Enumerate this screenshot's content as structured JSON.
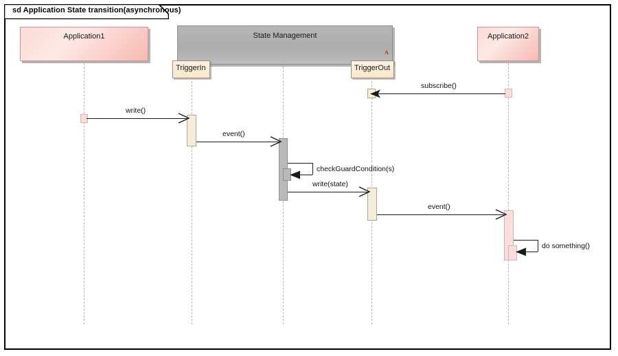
{
  "diagram": {
    "kind_keyword": "sd",
    "title": "Application State transition(asynchronous)",
    "frame_label": "sd Application State transition(asynchronous)"
  },
  "participants": [
    {
      "id": "application1",
      "label": "Application1",
      "type": "actor-box",
      "color": "#f7b9b0"
    },
    {
      "id": "state-management",
      "label": "State Management",
      "type": "group-box",
      "color": "#b0b0b0",
      "marker": "A",
      "marker_color": "#d61c1c"
    },
    {
      "id": "trigger-in",
      "label": "TriggerIn",
      "type": "port-box",
      "color": "#f7e6c8"
    },
    {
      "id": "trigger-out",
      "label": "TriggerOut",
      "type": "port-box",
      "color": "#f7e6c8"
    },
    {
      "id": "application2",
      "label": "Application2",
      "type": "actor-box",
      "color": "#f7b9b0"
    }
  ],
  "messages": [
    {
      "id": "m1",
      "label": "subscribe()",
      "from": "application2",
      "to": "trigger-out",
      "direction": "right-to-left",
      "arrow": "open",
      "order": 1
    },
    {
      "id": "m2",
      "label": "write()",
      "from": "application1",
      "to": "trigger-in",
      "direction": "left-to-right",
      "arrow": "open",
      "order": 2
    },
    {
      "id": "m3",
      "label": "event()",
      "from": "trigger-in",
      "to": "state-management-core",
      "direction": "left-to-right",
      "arrow": "open",
      "order": 3
    },
    {
      "id": "m4",
      "label": "checkGuardCondition(s)",
      "from": "state-management-core",
      "to": "state-management-core",
      "direction": "self",
      "arrow": "filled",
      "order": 4
    },
    {
      "id": "m5",
      "label": "write(state)",
      "from": "state-management-core",
      "to": "trigger-out",
      "direction": "left-to-right",
      "arrow": "open",
      "order": 5
    },
    {
      "id": "m6",
      "label": "event()",
      "from": "trigger-out",
      "to": "application2",
      "direction": "left-to-right",
      "arrow": "open",
      "order": 6
    },
    {
      "id": "m7",
      "label": "do something()",
      "from": "application2",
      "to": "application2",
      "direction": "self",
      "arrow": "filled",
      "order": 7
    }
  ]
}
